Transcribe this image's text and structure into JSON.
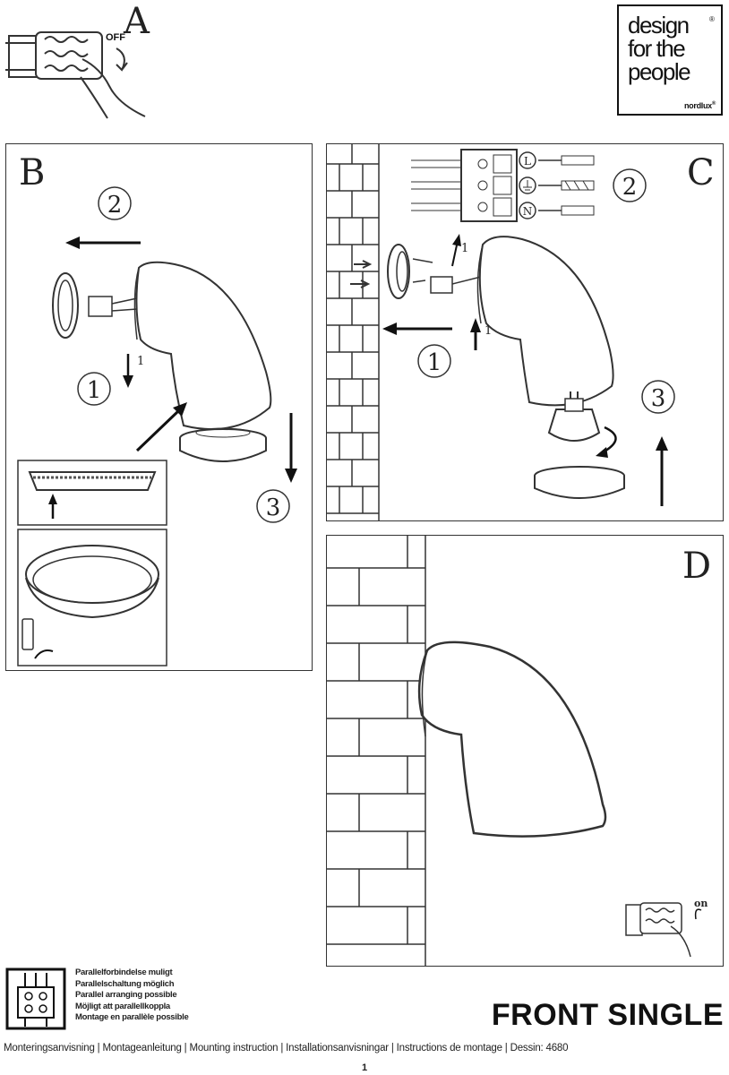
{
  "steps": {
    "a": {
      "letter": "A",
      "switch_label": "OFF"
    },
    "b": {
      "letter": "B",
      "numbers": [
        "2",
        "1",
        "3"
      ],
      "sub_marks": [
        "1"
      ]
    },
    "c": {
      "letter": "C",
      "numbers": [
        "2",
        "1",
        "3"
      ],
      "sub_marks": [
        "1",
        "1"
      ],
      "terminal_labels": [
        "L",
        "N"
      ]
    },
    "d": {
      "letter": "D",
      "switch_label": "on"
    }
  },
  "logo": {
    "lines": [
      "design",
      "for the",
      "people"
    ],
    "registered": "®",
    "brand": "nordlux",
    "brand_mark": "®"
  },
  "legend": {
    "lines": [
      "Parallelforbindelse muligt",
      "Parallelschaltung möglich",
      "Parallel arranging possible",
      "Möjligt att parallellkoppla",
      "Montage en parallèle possible"
    ]
  },
  "product": {
    "name": "FRONT SINGLE"
  },
  "footer": {
    "text": "Monteringsanvisning | Montageanleitung | Mounting instruction | Installationsanvisningar | Instructions de montage | Dessin: 4680",
    "page_number": "1"
  },
  "colors": {
    "ink": "#111111",
    "line": "#333333",
    "paper": "#ffffff",
    "shade": "#cfcfcf"
  }
}
